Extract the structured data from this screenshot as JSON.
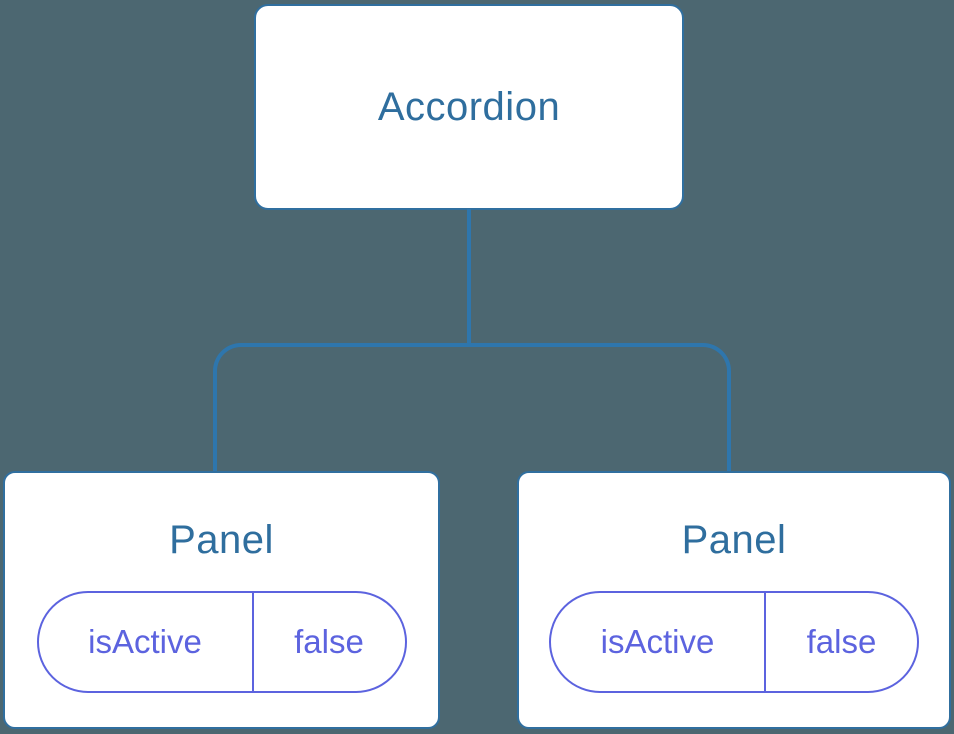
{
  "diagram": {
    "type": "component-tree",
    "root": {
      "label": "Accordion"
    },
    "children": [
      {
        "label": "Panel",
        "state": {
          "key": "isActive",
          "value": "false"
        }
      },
      {
        "label": "Panel",
        "state": {
          "key": "isActive",
          "value": "false"
        }
      }
    ]
  },
  "colors": {
    "background": "#4C6771",
    "node_fill": "#FFFFFF",
    "node_border": "#306F9F",
    "connector": "#2E76AD",
    "heading_text": "#2F6E9E",
    "state_accent": "#5C63DF"
  }
}
